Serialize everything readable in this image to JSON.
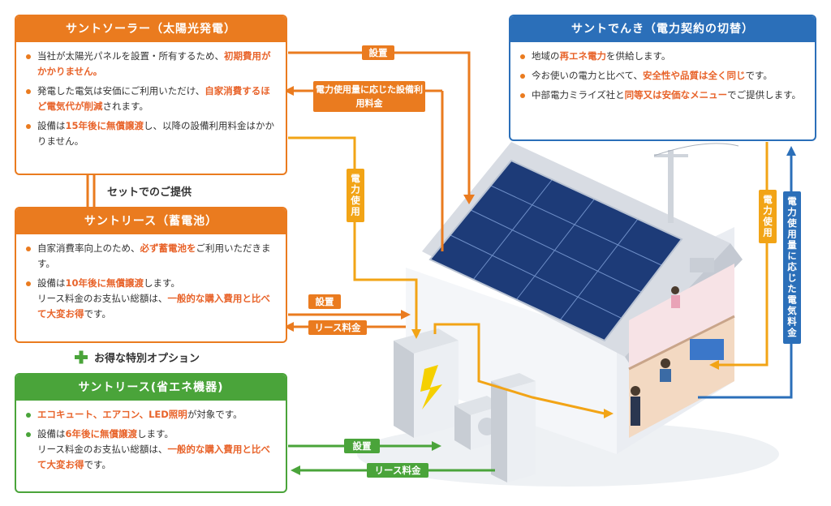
{
  "solar_box": {
    "title": "サントソーラー（太陽光発電）",
    "items": [
      {
        "pre": "当社が太陽光パネルを設置・所有するため、",
        "hl": "初期費用がかかりません。",
        "post": ""
      },
      {
        "pre": "発電した電気は安価にご利用いただけ、",
        "hl": "自家消費するほど電気代が削減",
        "post": "されます。"
      },
      {
        "pre": "設備は",
        "hl": "15年後に無償譲渡",
        "post": "し、以降の設備利用料金はかかりません。"
      }
    ]
  },
  "set_note": "セットでのご提供",
  "battery_box": {
    "title": "サントリース（蓄電池）",
    "items": [
      {
        "pre": "自家消費率向上のため、",
        "hl": "必ず蓄電池を",
        "post": "ご利用いただきます。"
      },
      {
        "pre": "設備は",
        "hl": "10年後に無償譲渡",
        "post": "します。"
      },
      {
        "pre": "リース料金のお支払い総額は、",
        "hl": "一般的な購入費用と比べて大変お得",
        "post": "です。"
      }
    ]
  },
  "option_note": "お得な特別オプション",
  "eco_box": {
    "title": "サントリース(省エネ機器)",
    "items": [
      {
        "pre": "",
        "hl": "エコキュート、エアコン、LED照明",
        "post": "が対象です。"
      },
      {
        "pre": "設備は",
        "hl": "6年後に無償譲渡",
        "post": "します。"
      },
      {
        "pre": "リース料金のお支払い総額は、",
        "hl": "一般的な購入費用と比べて大変お得",
        "post": "です。"
      }
    ]
  },
  "denki_box": {
    "title": "サントでんき（電力契約の切替）",
    "items": [
      {
        "pre": "地域の",
        "hl": "再エネ電力",
        "post": "を供給します。"
      },
      {
        "pre": "今お使いの電力と比べて、",
        "hl": "安全性や品質は全く同じ",
        "post": "です。"
      },
      {
        "pre": "中部電力ミライズ社と",
        "hl": "同等又は安価なメニュー",
        "post": "でご提供します。"
      }
    ]
  },
  "labels": {
    "install_top": "設置",
    "usage_fee": "電力使用量に応じた設備利用料金",
    "power_use_left": "電力使用",
    "install_battery": "設置",
    "lease_fee_battery": "リース料金",
    "install_eco": "設置",
    "lease_fee_eco": "リース料金",
    "power_use_right": "電力使用",
    "electric_fee": "電力使用量に応じた電気料金"
  },
  "colors": {
    "orange": "#ea7b1f",
    "blue": "#2b6fb9",
    "green": "#4aa43a",
    "yellow": "#f2a416",
    "highlight": "#e8632a"
  }
}
